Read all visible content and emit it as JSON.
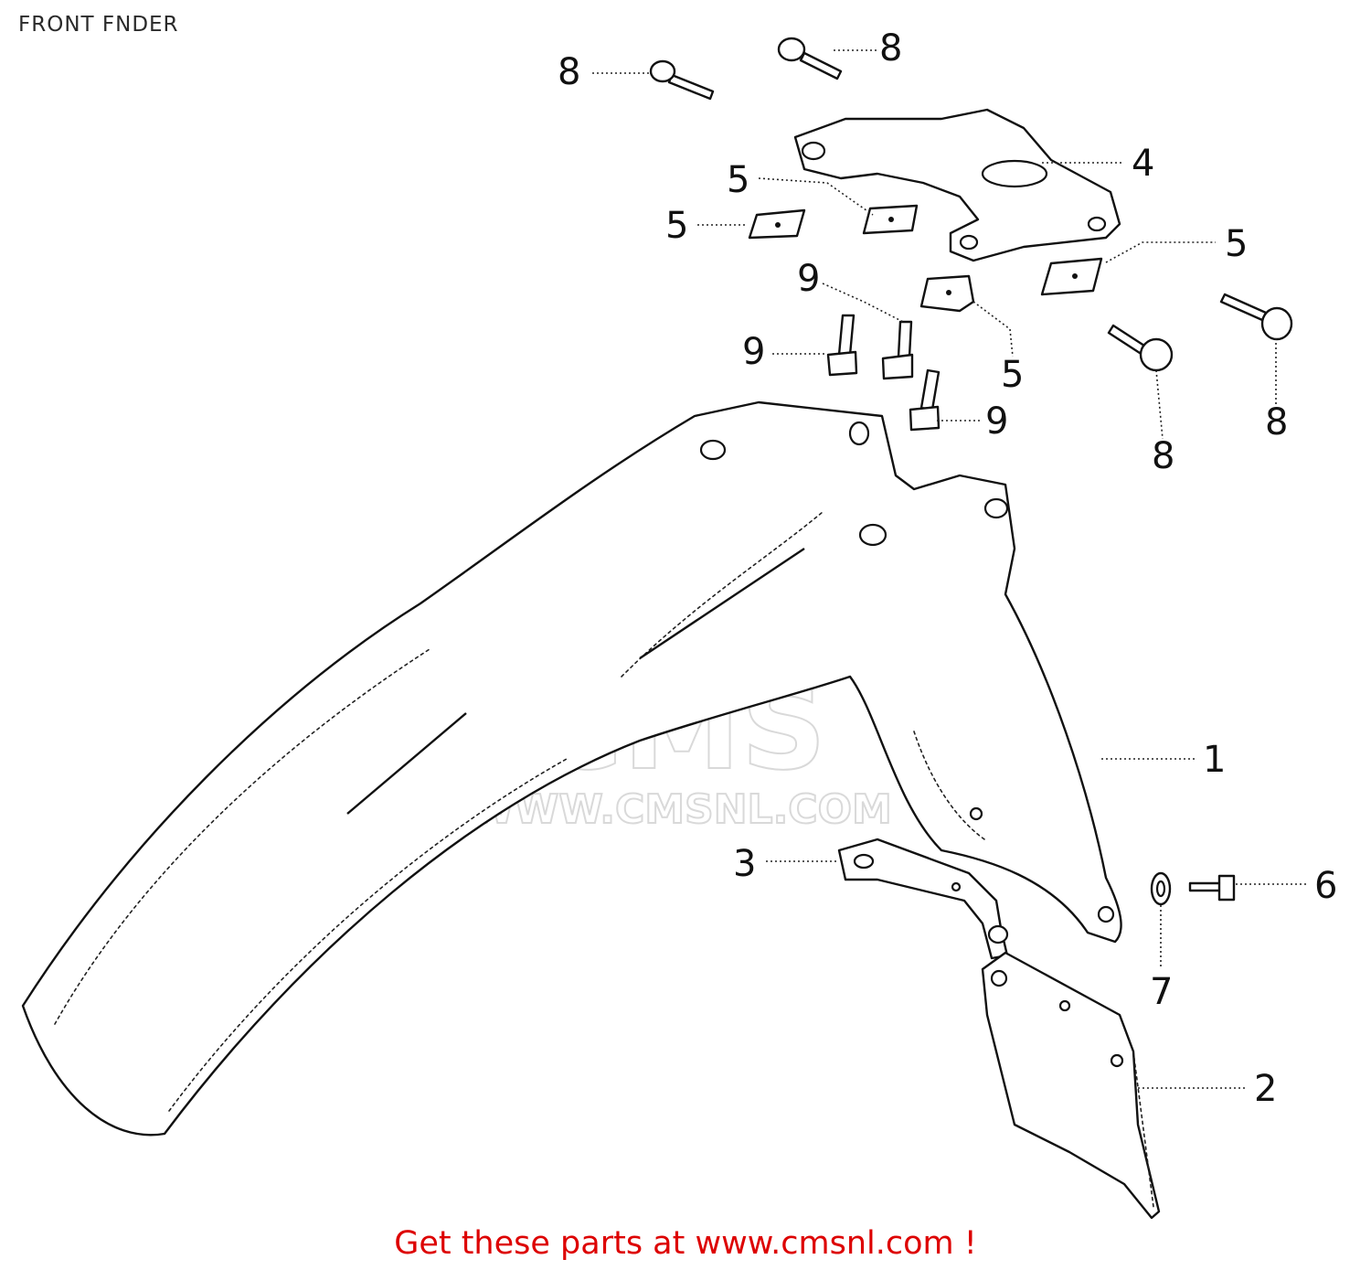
{
  "title": "FRONT FNDER",
  "watermark": {
    "logo_text": "CMS",
    "url_text": "WWW.CMSNL.COM"
  },
  "callouts": {
    "c1": "1",
    "c2": "2",
    "c3": "3",
    "c4": "4",
    "c5a": "5",
    "c5b": "5",
    "c5c": "5",
    "c5d": "5",
    "c6": "6",
    "c7": "7",
    "c8a": "8",
    "c8b": "8",
    "c8c": "8",
    "c8d": "8",
    "c9a": "9",
    "c9b": "9",
    "c9c": "9"
  },
  "footer": {
    "cta_text": "Get these parts at www.cmsnl.com !"
  },
  "colors": {
    "cta": "#dd0000",
    "line_art": "#111111",
    "watermark": "#d9d9d9"
  }
}
